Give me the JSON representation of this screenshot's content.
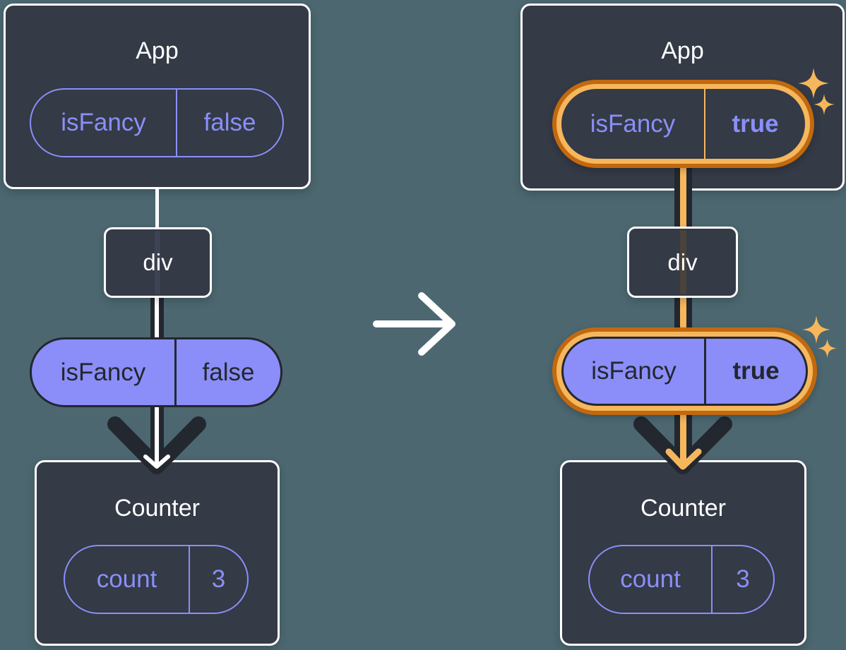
{
  "diagram_title": "App state isFancy passed as prop through div to Counter, before and after update",
  "colors": {
    "background": "#4C6770",
    "card": "#343A46",
    "dark_accent": "#23272F",
    "purple_fill": "#8B8EF8",
    "purple_line": "#8A8FF8",
    "highlight_orange_light": "#F6B75C",
    "highlight_orange_dark": "#C1690F",
    "white": "#FFFFFF"
  },
  "before": {
    "app": {
      "title": "App",
      "state_key": "isFancy",
      "state_value": "false"
    },
    "div": {
      "label": "div"
    },
    "prop": {
      "key": "isFancy",
      "value": "false"
    },
    "counter": {
      "title": "Counter",
      "state_key": "count",
      "state_value": "3"
    }
  },
  "after": {
    "app": {
      "title": "App",
      "state_key": "isFancy",
      "state_value": "true"
    },
    "div": {
      "label": "div"
    },
    "prop": {
      "key": "isFancy",
      "value": "true"
    },
    "counter": {
      "title": "Counter",
      "state_key": "count",
      "state_value": "3"
    }
  },
  "icons": {
    "transition_arrow": "right-arrow",
    "state_flow_before": "black-arrow-white-core",
    "state_flow_after": "black-arrow-orange-core",
    "sparkle": "four-point-star"
  }
}
